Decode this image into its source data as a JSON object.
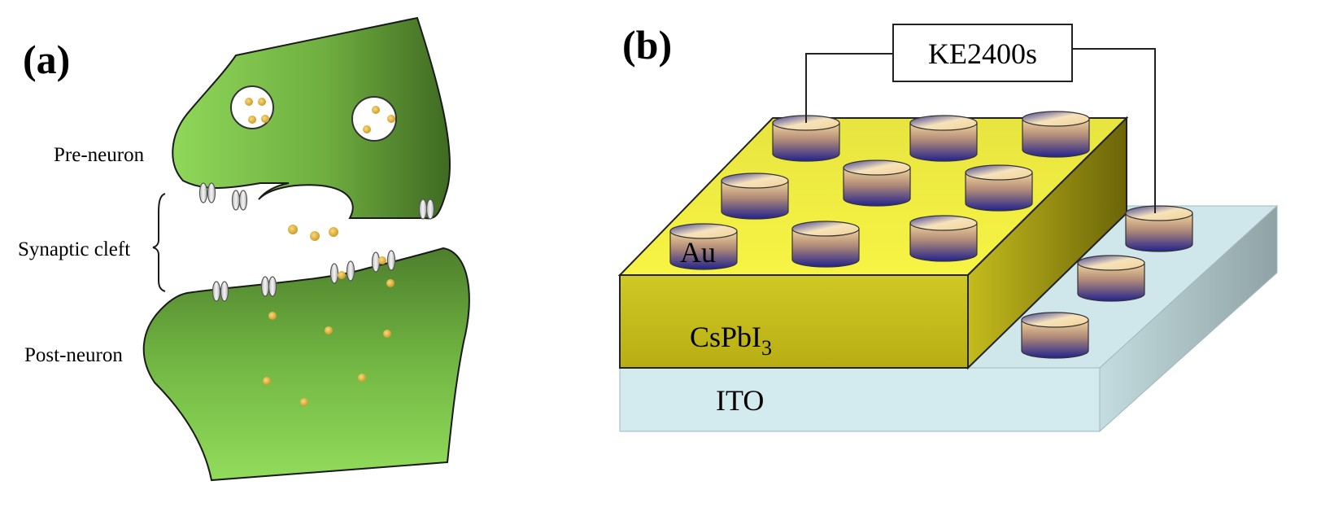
{
  "panel_a": {
    "label": "(a)",
    "pre_neuron": "Pre-neuron",
    "synaptic_cleft": "Synaptic cleft",
    "post_neuron": "Post-neuron"
  },
  "panel_b": {
    "label": "(b)",
    "instrument": "KE2400s",
    "electrode": "Au",
    "layer_prefix": "CsPbI",
    "layer_subscript": "3",
    "substrate": "ITO"
  },
  "colors": {
    "neuron_light": "#8fd85a",
    "neuron_dark": "#4e7f2c",
    "vesicle_dot": "#e8b84a",
    "perovskite": "#d4cc1a",
    "ito": "#d3ebee",
    "electrode_top": "#f3d59c",
    "electrode_bottom": "#2a2a8c"
  }
}
